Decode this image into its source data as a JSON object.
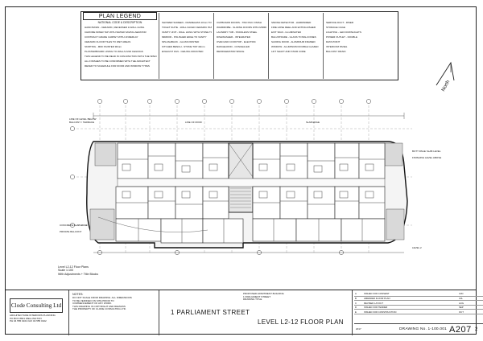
{
  "legend": {
    "title": "PLAN LEGEND",
    "subtitle": "NATIONAL CODE & DESCRIPTION",
    "col1": [
      "HAND BASIN - CERAMIC, RECESSED & WALL HUNG",
      "CHROME MIXER TAP WITH WATER SAVING AERATOR",
      "CONTRACT GRADE CARPET WITH UNDERLAY",
      "CERAMIC FLOOR TILES TO WET AREAS",
      "SKIRTING - MDF PAINTED 90mm",
      "PLASTERBOARD LINING TO WALLS AND CEILINGS",
      "THIS LEGEND TO BE READ IN CONJUNCTION WITH THE SPECIFICATION",
      "ALL FINISHES TO BE CONFIRMED WITH THE ARCHITECT",
      "REFER TO SCHEDULE FOR DOOR AND WINDOW TYPES"
    ],
    "col2": [
      "SHOWER SCREEN - FRAMELESS 10mm TOUGHENED GLASS",
      "TOILET SUITE - WALL FACED CERAMIC PAN",
      "VANITY UNIT - WALL HUNG WITH STONE TOP",
      "MIRROR - POLISHED EDGE TO VANITY",
      "SPLASHBACK - GLASS PAINTED",
      "KITCHEN BENCH - STONE TOP 40mm",
      "EXHAUST FAN - CEILING MOUNTED"
    ],
    "col3": [
      "CUPBOARD DOORS - TWO PAC FINISH",
      "WARDROBE - SLIDING DOORS WITH MIRROR",
      "LAUNDRY TUB - STAINLESS STEEL",
      "DISHWASHER - INTEGRATED",
      "OVEN AND COOKTOP - ELECTRIC",
      "RANGEHOOD - CONCEALED",
      "REFRIGERATOR SPACE"
    ],
    "col4": [
      "SMOKE DETECTOR - HARDWIRED",
      "FIRE HOSE REEL AND EXTINGUISHER",
      "EXIT SIGN - ILLUMINATED",
      "BALUSTRADE - GLASS TO BALCONIES",
      "SLIDING DOOR - ALUMINIUM FRAMED",
      "WINDOW - ALUMINIUM DOUBLE GLAZED",
      "LIFT SHAFT AND STAIR CORE"
    ],
    "col5": [
      "SERVICE DUCT - RISER",
      "STORAGE CAGE",
      "LIGHTING - LED DOWNLIGHTS",
      "POWER OUTLET - DOUBLE",
      "DATA POINT",
      "INTERCOM PANEL",
      "BALCONY DRAIN"
    ]
  },
  "north_label": "North",
  "callouts": {
    "top_left": [
      "LINE OF LEVEL BELOW",
      "BALCONY / TERRACE"
    ],
    "top_mid_left": "LINE OF ROOF",
    "top_mid_right": "SLAB EDGE",
    "right_1": "BOTT PAGE SLAB LEVEL",
    "right_2": "FINISHING LEVEL ABOVE",
    "left_1": "CONCRETE SLAB EDGE",
    "left_2": "PRIVATE BALCONY",
    "bottom_right": "LEVEL 2"
  },
  "plan_label": [
    "Level L2-12 Floor Plans",
    "Scale 1:100",
    "With Adjustments + Title Blocks"
  ],
  "title_block": {
    "company": "Clode Consulting Ltd",
    "company_info": [
      "ARCHITECTURE  INTERIORS  PLANNING",
      "PO BOX 8821  WELLINGTON",
      "PH 04 555 0101  FAX 04 555 0102"
    ],
    "notes_head": "NOTES:",
    "notes": [
      "DO NOT SCALE FROM DRAWING. ALL DIMENSIONS",
      "TO BE VERIFIED ON SITE PRIOR TO",
      "COMMENCEMENT OF ANY WORK.",
      "THIS DRAWING IS COPYRIGHT AND REMAINS",
      "THE PROPERTY OF CLODE CONSULTING LTD."
    ],
    "street": "1 PARLIAMENT STREET",
    "project": [
      "PROPOSED APARTMENT BUILDING",
      "1 PARLIAMENT STREET",
      "DRAWING TITLE"
    ],
    "drawing_title": "LEVEL L2-12 FLOOR PLAN",
    "revisions": [
      [
        "A",
        "ISSUED FOR CONSENT",
        "JUN"
      ],
      [
        "B",
        "AMENDED FLOOR PLAN",
        "JUL"
      ],
      [
        "C",
        "REVISED LAYOUT",
        "AUG"
      ],
      [
        "D",
        "ISSUED FOR TENDER",
        "SEP"
      ],
      [
        "E",
        "ISSUED FOR CONSTRUCTION",
        "OCT"
      ]
    ],
    "date": "2017",
    "drawing_no": "DRAWING No. 1-100.001",
    "sheet_no": "A207",
    "rev": "2"
  }
}
